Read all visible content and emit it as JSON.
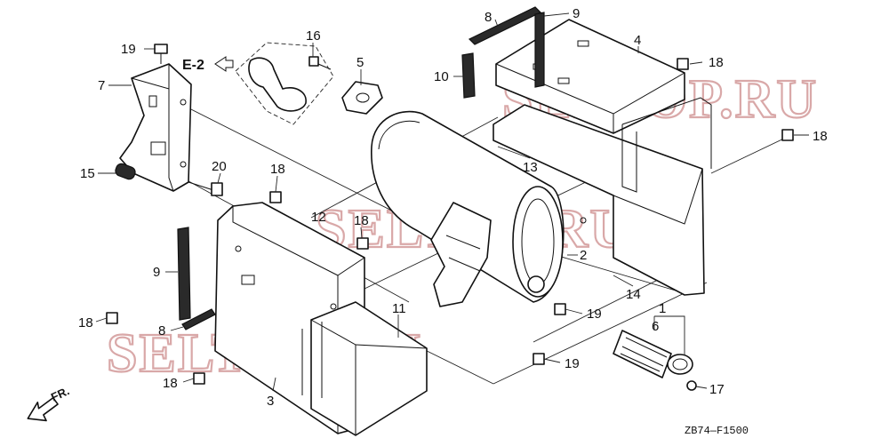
{
  "callouts": {
    "c1": "1",
    "c2": "2",
    "c3": "3",
    "c4": "4",
    "c5": "5",
    "c6": "6",
    "c7": "7",
    "c8a": "8",
    "c8b": "8",
    "c9a": "9",
    "c9b": "9",
    "c10": "10",
    "c11": "11",
    "c12": "12",
    "c13": "13",
    "c14": "14",
    "c15": "15",
    "c16": "16",
    "c17": "17",
    "c18a": "18",
    "c18b": "18",
    "c18c": "18",
    "c18d": "18",
    "c18e": "18",
    "c18f": "18",
    "c19a": "19",
    "c19b": "19",
    "c19c": "19",
    "c20": "20"
  },
  "reference": {
    "section": "E-2",
    "figure_code": "ZB74—F1500",
    "direction": "FR."
  },
  "watermark": {
    "text1": "SELTOP.RU",
    "text2": "SELTOP.RU",
    "text3": "SELTOP.RU"
  }
}
